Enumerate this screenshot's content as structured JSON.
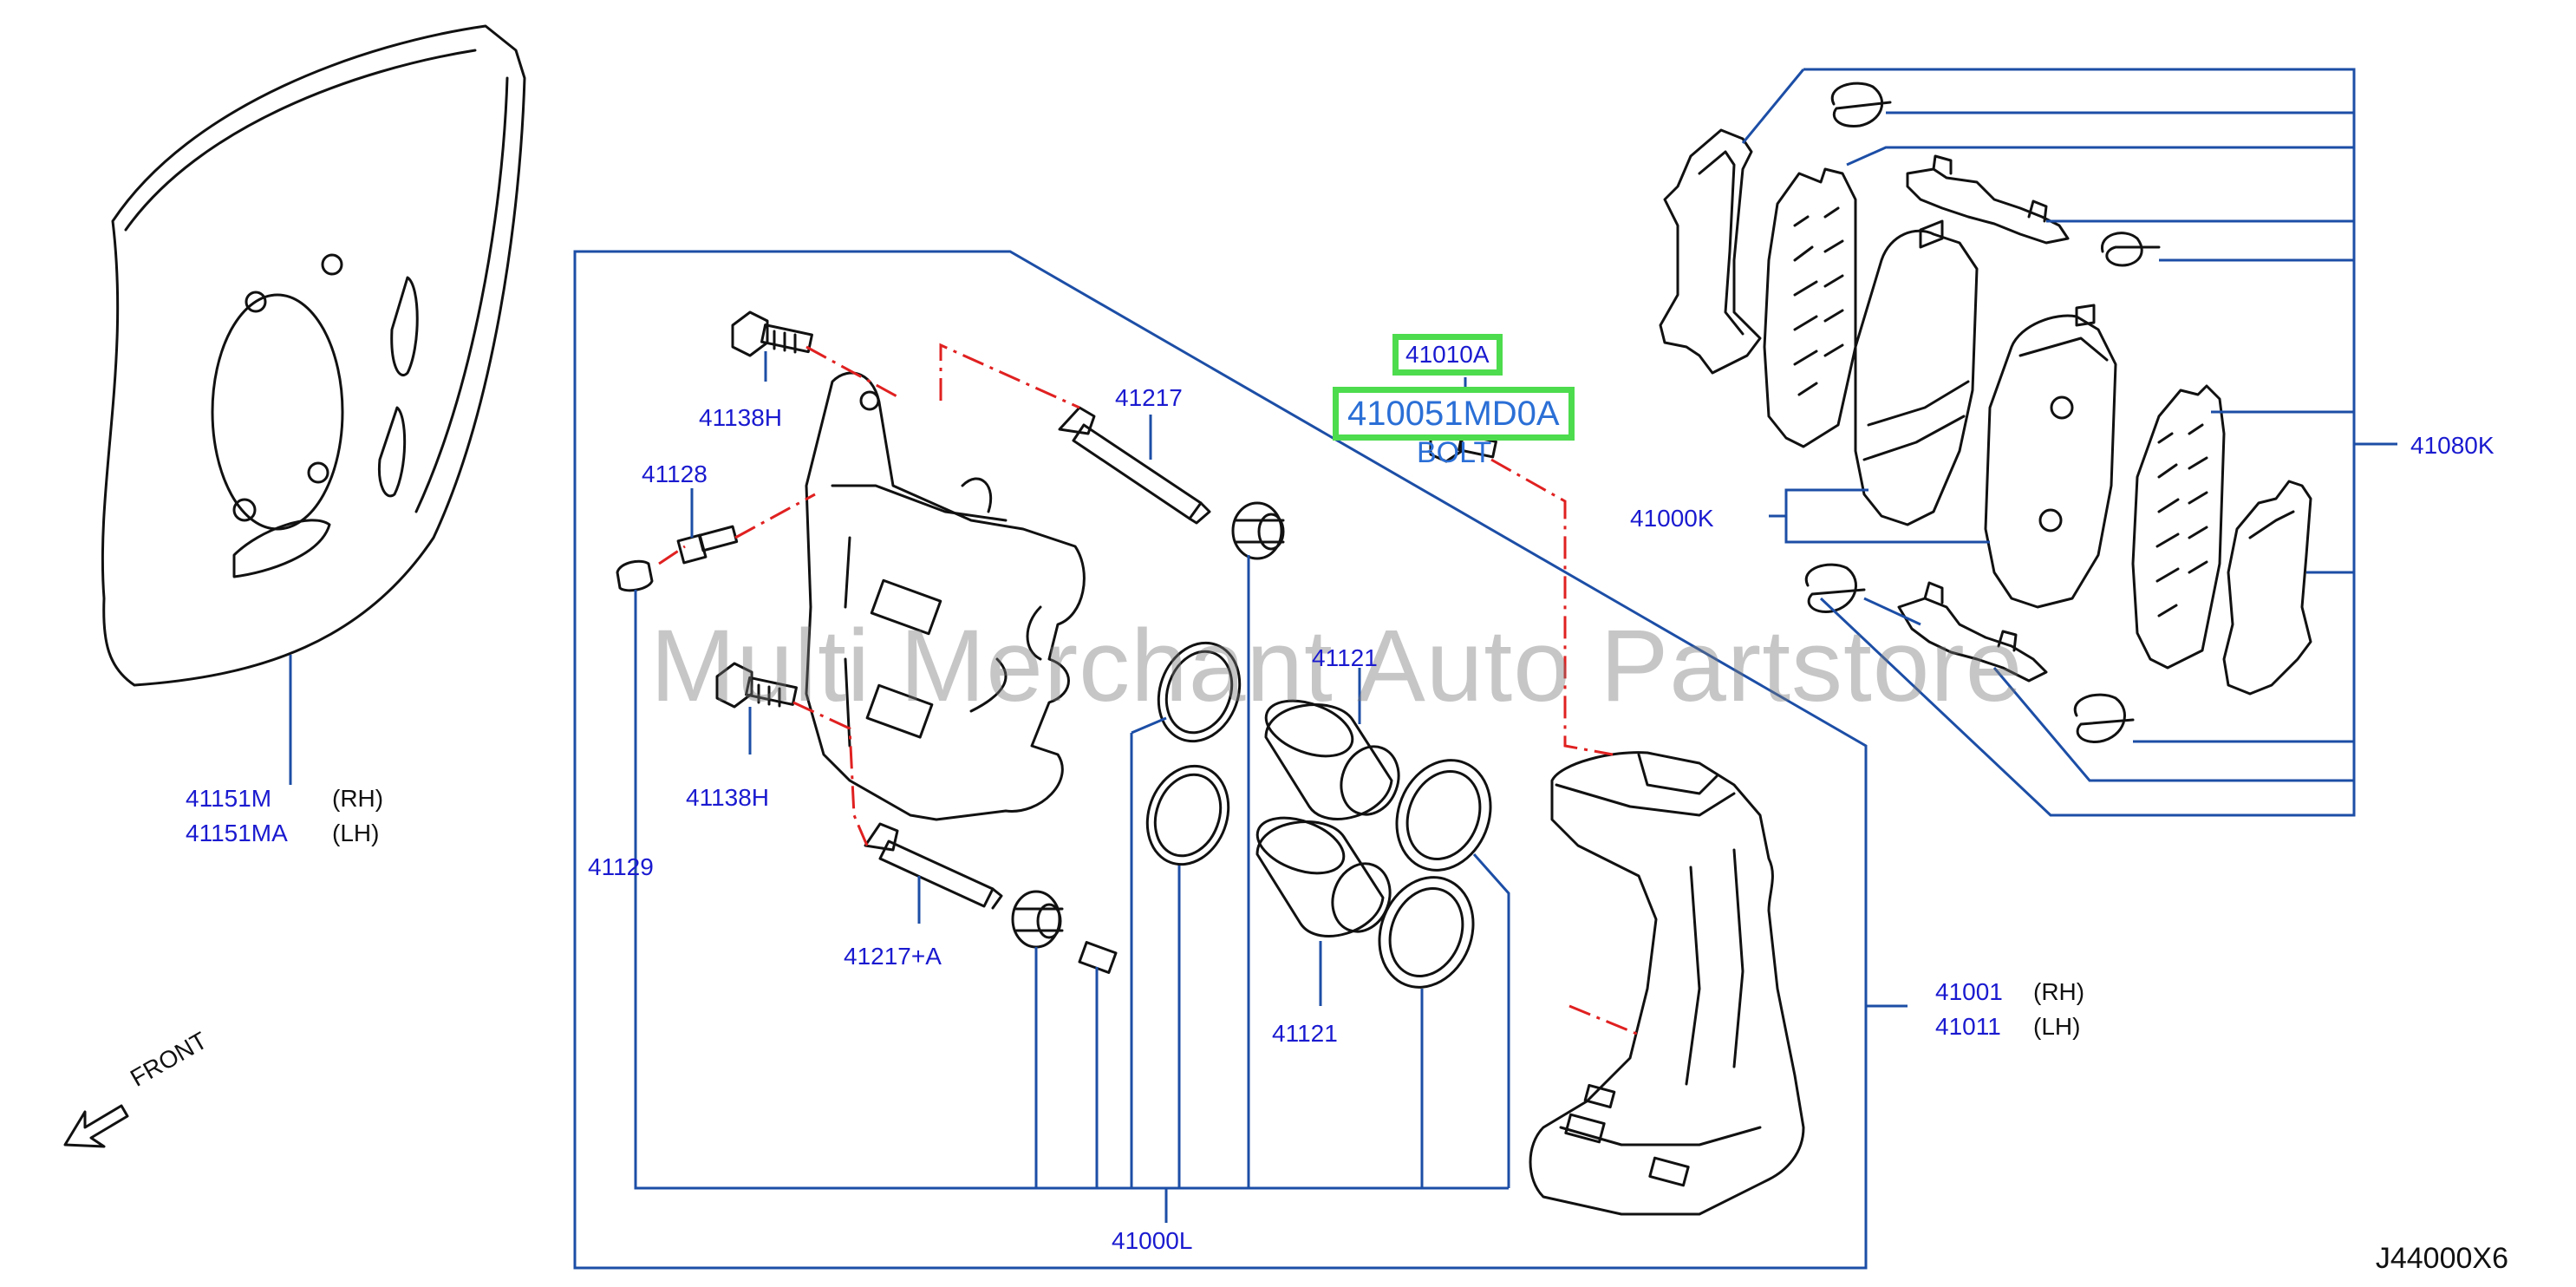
{
  "parts": {
    "p41151M": "41151M",
    "p41151MA": "41151MA",
    "rh": "(RH)",
    "lh": "(LH)",
    "p41138H_top": "41138H",
    "p41128": "41128",
    "p41138H_bottom": "41138H",
    "p41129": "41129",
    "p41217": "41217",
    "p41217A": "41217+A",
    "p41010A": "41010A",
    "p410051MD0A": "410051MD0A",
    "bolt": "BOLT",
    "p41121_top": "41121",
    "p41121_bottom": "41121",
    "p41000L": "41000L",
    "p41001": "41001",
    "p41011": "41011",
    "p41000K": "41000K",
    "p41080K": "41080K"
  },
  "watermark": "Multi Merchant Auto Partstore",
  "front_label": "FRONT",
  "diagram_code": "J44000X6",
  "colors": {
    "callout_line": "#1c4ea6",
    "label_text": "#1a1ad0",
    "highlight_border": "#4ddc4d",
    "dash_line": "#e02020",
    "part_stroke": "#111111"
  }
}
